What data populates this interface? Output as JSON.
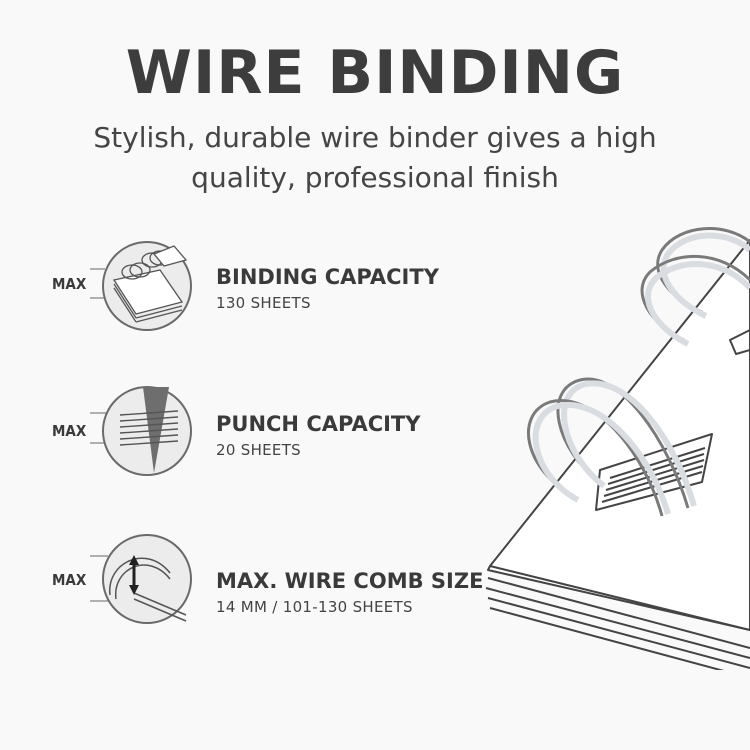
{
  "header": {
    "title": "WIRE BINDING",
    "subtitle": "Stylish, durable wire binder gives a high quality, professional finish"
  },
  "features": [
    {
      "icon": "binding-capacity-icon",
      "max_label": "MAX",
      "heading": "BINDING CAPACITY",
      "detail": "130 SHEETS"
    },
    {
      "icon": "punch-capacity-icon",
      "max_label": "MAX",
      "heading": "PUNCH CAPACITY",
      "detail": "20 SHEETS"
    },
    {
      "icon": "wire-comb-size-icon",
      "max_label": "MAX",
      "heading": "MAX. WIRE COMB SIZE",
      "detail": "14 MM / 101-130 SHEETS"
    }
  ],
  "colors": {
    "background": "#f9f9f9",
    "text": "#3d3d3d",
    "line": "#5a5a5a",
    "icon_fill": "#e9e9e9"
  }
}
